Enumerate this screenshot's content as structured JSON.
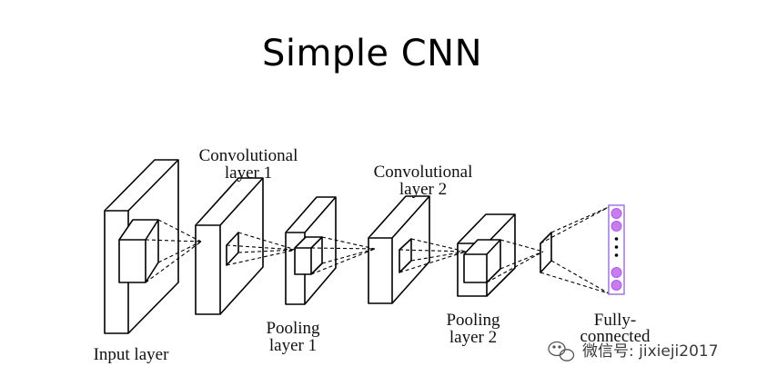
{
  "title": "Simple CNN",
  "labels": {
    "input": "Input layer",
    "conv1": [
      "Convolutional",
      "layer 1"
    ],
    "pool1": [
      "Pooling",
      "layer 1"
    ],
    "conv2": [
      "Convolutional",
      "layer 2"
    ],
    "pool2": [
      "Pooling",
      "layer 2"
    ],
    "fc": [
      "Fully-",
      "connected"
    ]
  },
  "watermark": "微信号: jixieji2017",
  "colors": {
    "neuron": "#c77df0",
    "neuron_border": "#b25be6",
    "fc_box": "#9a6fd8"
  }
}
